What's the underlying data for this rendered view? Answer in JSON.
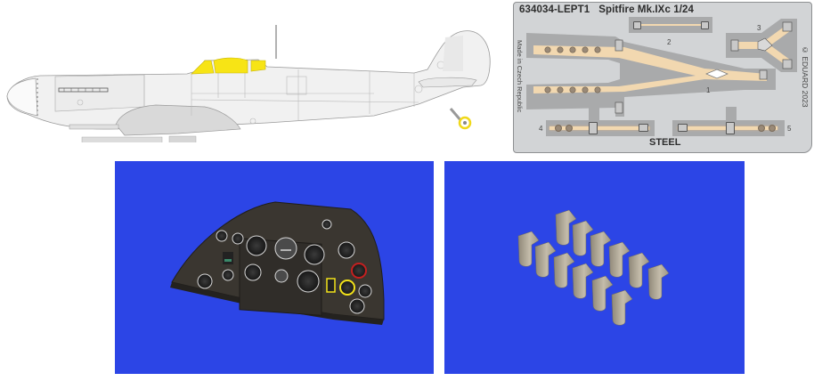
{
  "layout": {
    "panels": [
      {
        "id": "instrument-panel-render",
        "bg": "#2c45e6"
      },
      {
        "id": "exhaust-stacks-render",
        "bg": "#2c45e6"
      }
    ]
  },
  "canopy_mask_drawing": {
    "subject": "Spitfire side profile",
    "mask_color": "#f7e415",
    "fuselage_color": "#eeeeee",
    "outline_color": "#9a9a9a"
  },
  "pe_sheet": {
    "code": "634034-LEPT1",
    "title": "Spitfire Mk.IXc 1/24",
    "made_in": "Made in Czech Republic",
    "copyright": "© EDUARD 2023",
    "material": "STEEL",
    "part_numbers": [
      "1",
      "2",
      "3",
      "4",
      "5"
    ],
    "strap_color": "#f2d8b0",
    "fret_color": "#a9aaab",
    "sheet_color": "#d2d4d6"
  },
  "instrument_panel": {
    "panel_color": "#3a3630",
    "highlight_colors": {
      "red_ring": "#c42020",
      "yellow_ring": "#f2e21a"
    }
  },
  "exhaust_stacks": {
    "count": 12,
    "color": "#b9b2a0"
  }
}
